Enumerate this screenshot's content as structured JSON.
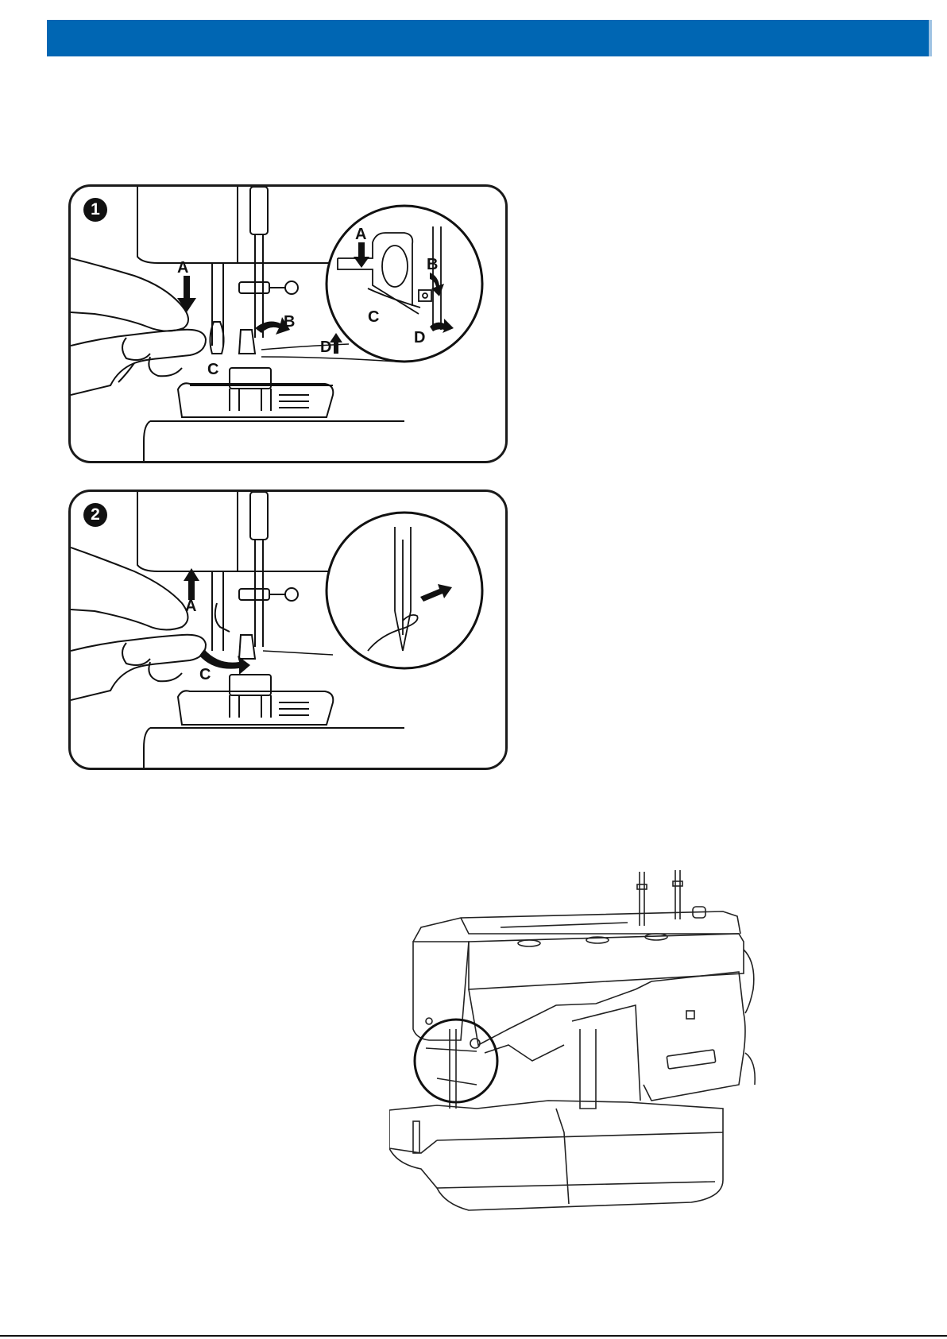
{
  "header": {
    "color": "#0066b3"
  },
  "panels": [
    {
      "step": "1",
      "labels": {
        "a": "A",
        "b": "B",
        "c": "C",
        "d": "D"
      },
      "inset_labels": {
        "a": "A",
        "b": "B",
        "c": "C",
        "d": "D"
      }
    },
    {
      "step": "2",
      "labels": {
        "a": "A",
        "c": "C"
      }
    }
  ],
  "icons": [
    "down-arrow-icon",
    "up-arrow-icon",
    "curved-arrow-icon",
    "right-arrow-icon"
  ]
}
